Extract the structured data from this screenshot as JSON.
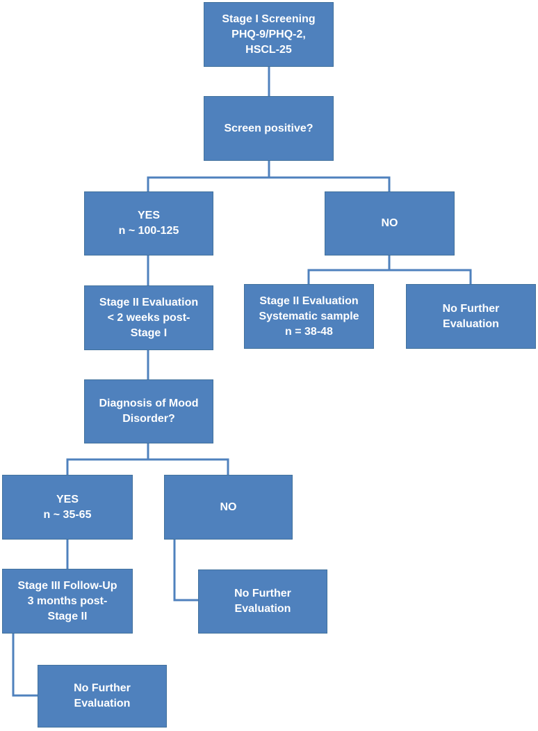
{
  "colors": {
    "box_fill": "#4f81bd",
    "connector": "#4f81bd",
    "text": "#ffffff"
  },
  "nodes": {
    "stage1": "Stage I Screening\nPHQ-9/PHQ-2,\nHSCL-25",
    "screen_positive": "Screen positive?",
    "yes_screen": "YES\nn ~ 100-125",
    "no_screen": "NO",
    "stage2_eval": "Stage II Evaluation\n< 2 weeks post-\nStage I",
    "stage2_systematic": "Stage II Evaluation\nSystematic sample\nn = 38-48",
    "no_further_1": "No Further\nEvaluation",
    "diagnosis": "Diagnosis of Mood\nDisorder?",
    "yes_diag": "YES\nn ~ 35-65",
    "no_diag": "NO",
    "stage3": "Stage III Follow-Up\n3 months post-\nStage II",
    "no_further_2": "No Further\nEvaluation",
    "no_further_3": "No Further\nEvaluation"
  }
}
